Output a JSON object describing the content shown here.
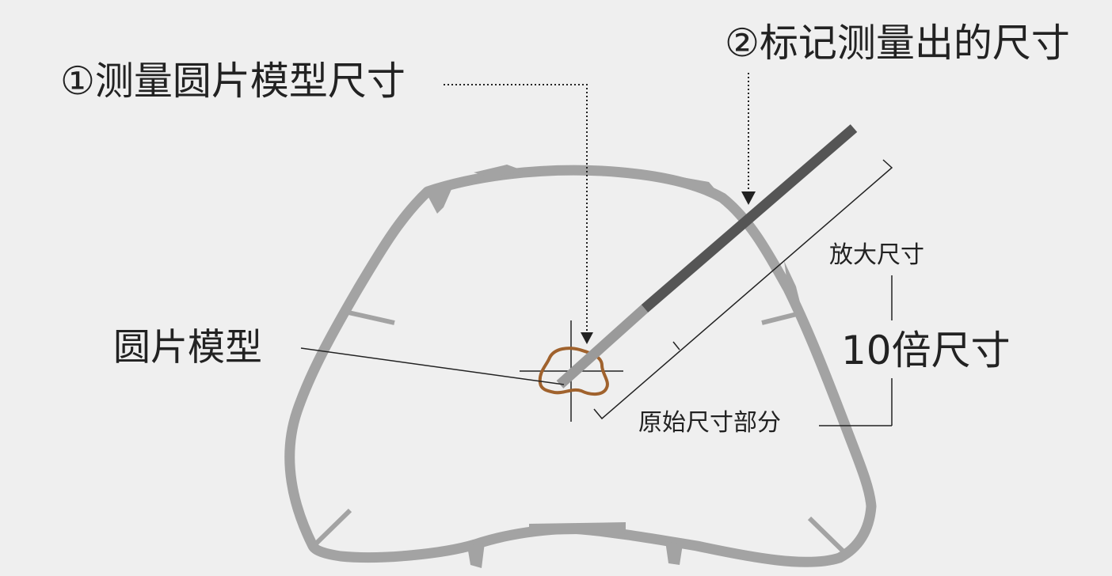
{
  "labels": {
    "step1": "①测量圆片模型尺寸",
    "step2": "②标记测量出的尺寸",
    "disc_model": "圆片模型",
    "enlarged_size": "放大尺寸",
    "ten_times_size": "10倍尺寸",
    "original_size_part": "原始尺寸部分"
  },
  "colors": {
    "background": "#efefef",
    "outline": "#a3a3a3",
    "ruler_dark": "#555555",
    "ruler_light": "#9a9a9a",
    "disc_model": "#a0622d",
    "text": "#222222",
    "lines": "#222222"
  }
}
